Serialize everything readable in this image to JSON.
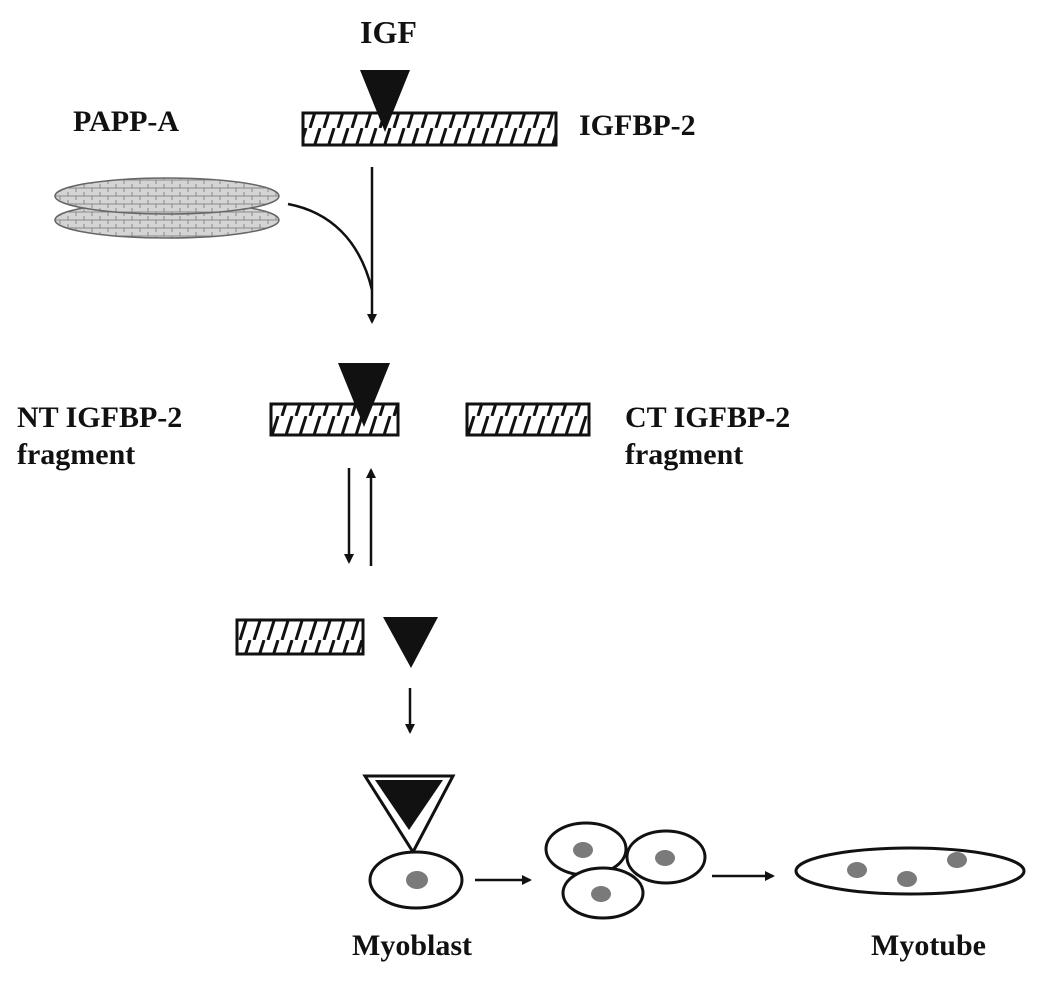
{
  "labels": {
    "igf": "IGF",
    "papp_a": "PAPP-A",
    "igfbp2": "IGFBP-2",
    "nt_fragment_line1": "NT IGFBP-2",
    "nt_fragment_line2": "fragment",
    "ct_fragment_line1": "CT IGFBP-2",
    "ct_fragment_line2": "fragment",
    "myoblast": "Myoblast",
    "myotube": "Myotube"
  },
  "colors": {
    "ink": "#111111",
    "background": "#ffffff",
    "nucleus": "#7a7a7a",
    "papp_a_fill": "#d4d4d4"
  }
}
